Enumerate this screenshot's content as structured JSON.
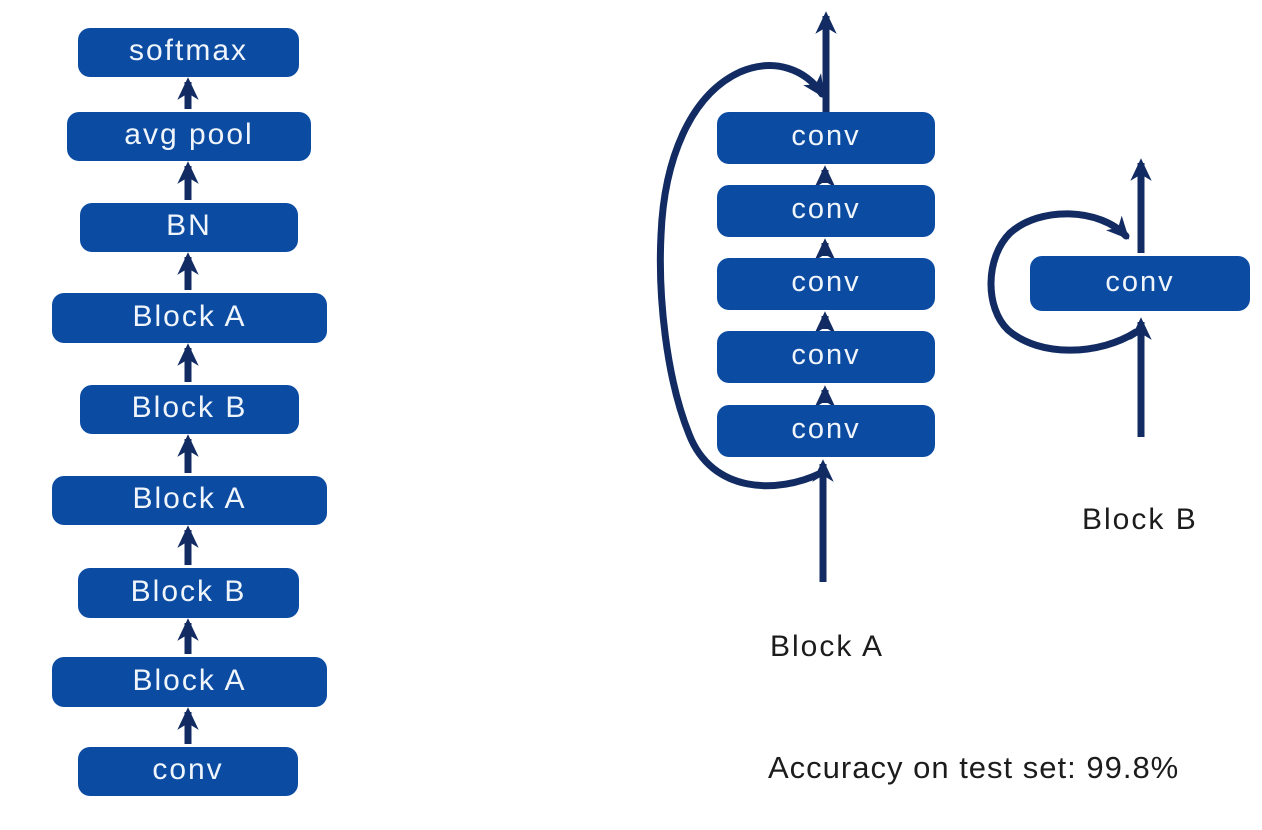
{
  "colors": {
    "block_fill": "#0B4CA2",
    "connector": "#122C63",
    "block_text": "#F0F5FB",
    "caption_text": "#1C1C1C"
  },
  "network_stack": {
    "layers": [
      {
        "label": "softmax"
      },
      {
        "label": "avg pool"
      },
      {
        "label": "BN"
      },
      {
        "label": "Block A"
      },
      {
        "label": "Block B"
      },
      {
        "label": "Block A"
      },
      {
        "label": "Block B"
      },
      {
        "label": "Block A"
      },
      {
        "label": "conv"
      }
    ]
  },
  "block_a_detail": {
    "conv_labels": [
      "conv",
      "conv",
      "conv",
      "conv",
      "conv"
    ],
    "caption": "Block A"
  },
  "block_b_detail": {
    "conv_label": "conv",
    "caption": "Block B"
  },
  "footnote": {
    "accuracy_text": "Accuracy on test set: 99.8%"
  }
}
